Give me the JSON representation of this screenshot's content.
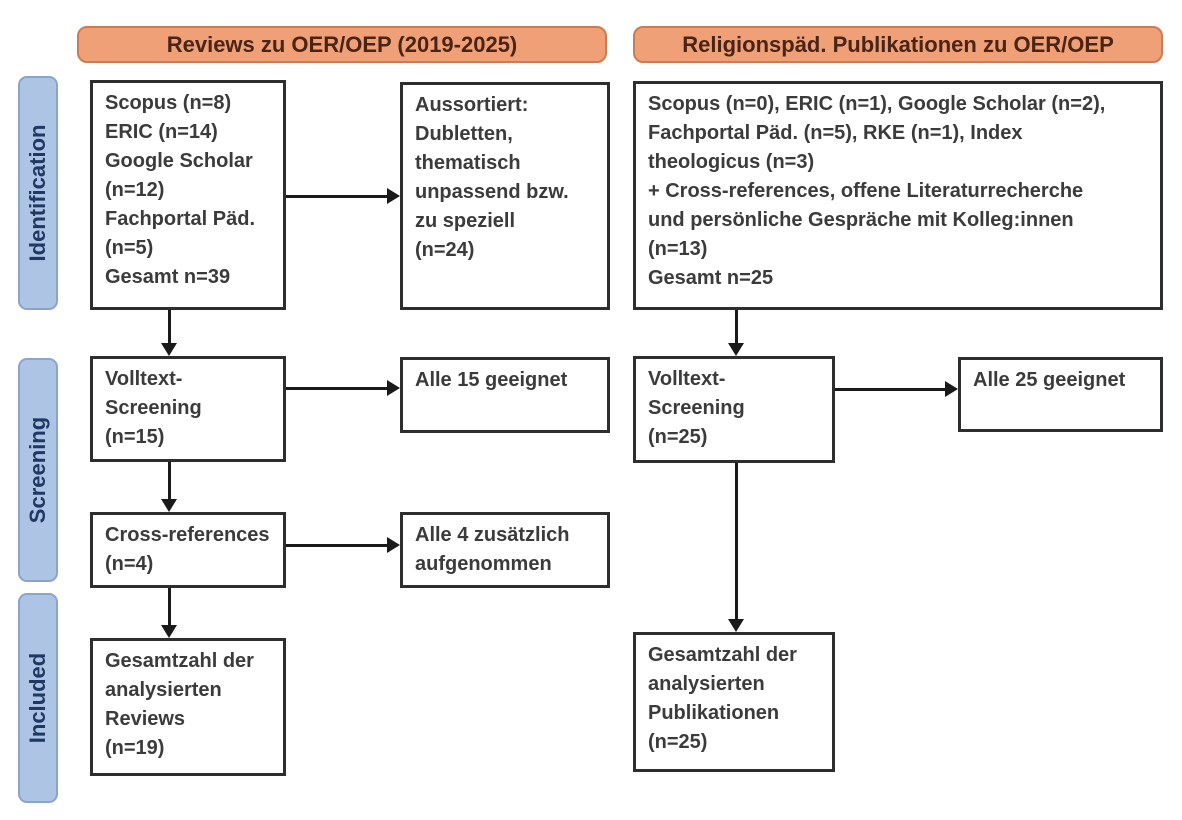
{
  "headers": {
    "left": "Reviews zu OER/OEP (2019-2025)",
    "right": "Religionspäd. Publikationen zu OER/OEP"
  },
  "sidebar": {
    "identification": "Identification",
    "screening": "Screening",
    "included": "Included"
  },
  "boxes": {
    "left_sources": {
      "lines": [
        "Scopus (n=8)",
        "ERIC (n=14)",
        "Google Scholar",
        "(n=12)",
        "Fachportal Päd.",
        "(n=5)",
        "Gesamt n=39"
      ]
    },
    "excluded": {
      "lines": [
        "Aussortiert:",
        "Dubletten,",
        "thematisch",
        "unpassend bzw.",
        "zu speziell",
        "(n=24)"
      ]
    },
    "right_sources": {
      "lines": [
        "Scopus (n=0), ERIC (n=1), Google Scholar (n=2),",
        "Fachportal Päd. (n=5), RKE (n=1), Index",
        "theologicus (n=3)",
        "+ Cross-references, offene Literaturrecherche",
        "und persönliche Gespräche mit Kolleg:innen",
        "(n=13)",
        "Gesamt n=25"
      ]
    },
    "left_fulltext": {
      "lines": [
        "Volltext-",
        "Screening",
        "(n=15)"
      ]
    },
    "left_fulltext_result": {
      "lines": [
        "Alle 15 geeignet"
      ]
    },
    "crossrefs": {
      "lines": [
        "Cross-references",
        "(n=4)"
      ]
    },
    "crossrefs_result": {
      "lines": [
        "Alle 4 zusätzlich",
        "aufgenommen"
      ]
    },
    "right_fulltext": {
      "lines": [
        "Volltext-",
        "Screening",
        "(n=25)"
      ]
    },
    "right_fulltext_result": {
      "lines": [
        "Alle 25 geeignet"
      ]
    },
    "left_included": {
      "lines": [
        "Gesamtzahl der",
        "analysierten",
        "Reviews",
        "(n=19)"
      ]
    },
    "right_included": {
      "lines": [
        "Gesamtzahl der",
        "analysierten",
        "Publikationen",
        "(n=25)"
      ]
    }
  },
  "colors": {
    "header_fill": "#f0a077",
    "header_border": "#ce7b52",
    "header_text": "#4a2517",
    "stage_fill": "#aec4e5",
    "stage_border": "#8aa5cc",
    "stage_text": "#1f3864",
    "box_border": "#2e2e2e",
    "box_text": "#3b3b3b",
    "arrow": "#1a1a1a",
    "bg": "#ffffff"
  }
}
